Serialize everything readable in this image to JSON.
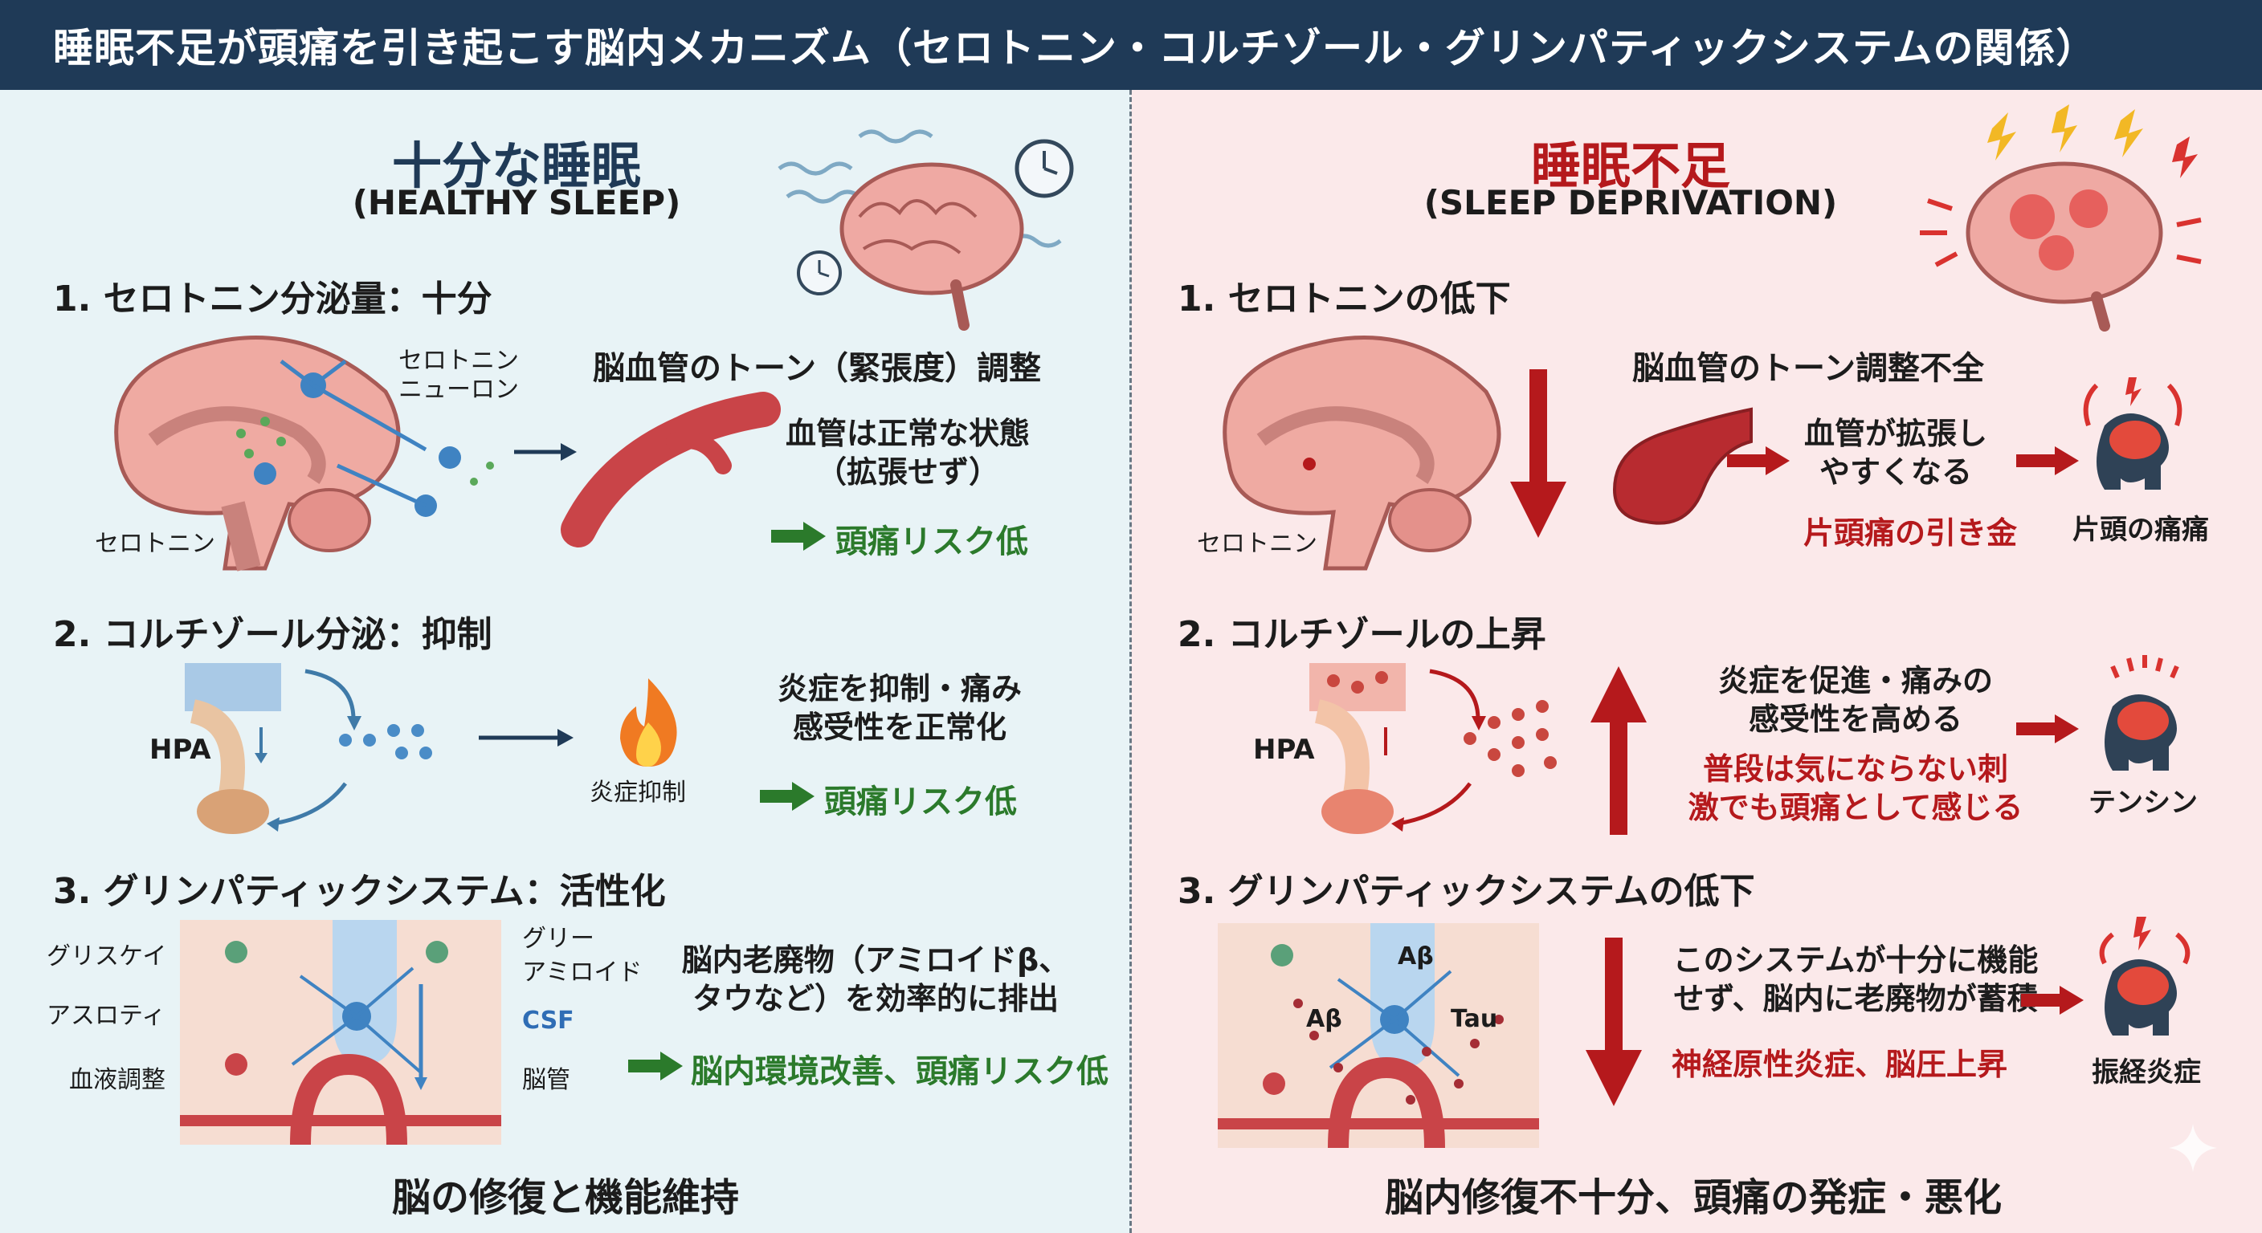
{
  "header": {
    "title": "睡眠不足が頭痛を引き起こす脳内メカニズム（セロトニン・コルチゾール・グリンパティックシステムの関係）"
  },
  "left": {
    "title_jp": "十分な睡眠",
    "title_en": "(HEALTHY SLEEP)",
    "s1": {
      "heading": "1. セロトニン分泌量：十分",
      "neuron_label": "セロトニン\nニューロン",
      "serotonin_label": "セロトニン",
      "vessel_title": "脳血管のトーン（緊張度）調整",
      "state": "血管は正常な状態\n（拡張せず）",
      "result": "頭痛リスク低"
    },
    "s2": {
      "heading": "2. コルチゾール分泌：抑制",
      "hpa": "HPA",
      "flame_label": "炎症抑制",
      "effect": "炎症を抑制・痛み\n感受性を正常化",
      "result": "頭痛リスク低"
    },
    "s3": {
      "heading": "3. グリンパティックシステム：活性化",
      "labels": {
        "gliske": "グリスケイ",
        "asuroti": "アスロティ",
        "blood": "血液調整",
        "glii": "グリー",
        "amyloid": "アミロイド",
        "csf": "CSF",
        "vessel": "脳管"
      },
      "effect": "脳内老廃物（アミロイドβ、\nタウなど）を効率的に排出",
      "result": "脳内環境改善、頭痛リスク低"
    },
    "footer": "脳の修復と機能維持"
  },
  "right": {
    "title_jp": "睡眠不足",
    "title_en": "(SLEEP DEPRIVATION)",
    "s1": {
      "heading": "1. セロトニンの低下",
      "serotonin_label": "セロトニン",
      "vessel_title": "脳血管のトーン調整不全",
      "state": "血管が拡張し\nやすくなる",
      "trigger": "片頭痛の引き金",
      "head_label": "片頭の痛痛"
    },
    "s2": {
      "heading": "2. コルチゾールの上昇",
      "hpa": "HPA",
      "effect": "炎症を促進・痛みの\n感受性を高める",
      "warning": "普段は気にならない刺\n激でも頭痛として感じる",
      "head_label": "テンシン"
    },
    "s3": {
      "heading": "3. グリンパティックシステムの低下",
      "labels": {
        "ab1": "Aβ",
        "ab2": "Aβ",
        "tau": "Tau"
      },
      "effect": "このシステムが十分に機能\nせず、脳内に老廃物が蓄積",
      "warning": "神経原性炎症、脳圧上昇",
      "head_label": "振経炎症"
    },
    "footer": "脳内修復不十分、頭痛の発症・悪化"
  },
  "colors": {
    "header_bg": "#1f3a57",
    "left_bg": "#e8f3f6",
    "right_bg": "#fbe9ea",
    "left_title": "#1f3a57",
    "right_title": "#b5191c",
    "green": "#2b7a2b",
    "red": "#b5191c"
  }
}
